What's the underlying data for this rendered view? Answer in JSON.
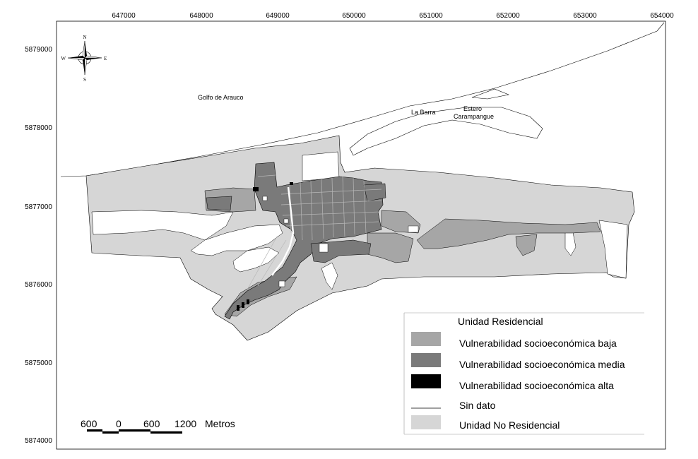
{
  "map": {
    "x_ticks": [
      "647000",
      "648000",
      "649000",
      "650000",
      "651000",
      "652000",
      "653000",
      "654000"
    ],
    "y_ticks": [
      "5879000",
      "5878000",
      "5877000",
      "5876000",
      "5875000",
      "5874000"
    ],
    "places": {
      "gulf": "Golfo de Arauco",
      "barra": "La Barra",
      "estero_line1": "Estero",
      "estero_line2": "Carampangue"
    },
    "compass": {
      "n": "N",
      "s": "S",
      "e": "E",
      "w": "W"
    }
  },
  "legend": {
    "title": "Unidad Residencial",
    "items": [
      {
        "label": "Vulnerabilidad socioeconómica baja",
        "color": "#a6a6a6"
      },
      {
        "label": "Vulnerabilidad socioeconómica media",
        "color": "#7a7a7a"
      },
      {
        "label": "Vulnerabilidad socioeconómica alta",
        "color": "#000000"
      },
      {
        "label": "Sin dato",
        "color": "#000000"
      },
      {
        "label": "Unidad No Residencial",
        "color": "#d6d6d6"
      }
    ]
  },
  "scale_bar": {
    "labels": [
      "600",
      "0",
      "600",
      "1200"
    ],
    "unit": "Metros"
  }
}
